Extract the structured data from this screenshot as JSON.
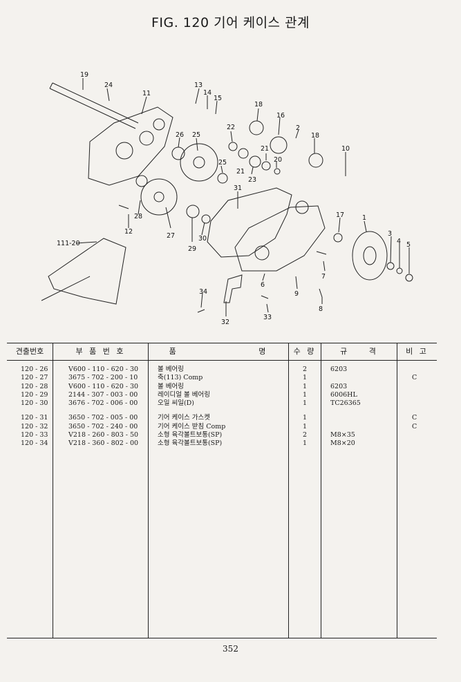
{
  "title": "FIG. 120 기어 케이스 관계",
  "callouts": [
    "19",
    "24",
    "11",
    "13",
    "14",
    "15",
    "18",
    "16",
    "2",
    "18",
    "22",
    "26",
    "25",
    "21",
    "21",
    "20",
    "10",
    "25",
    "23",
    "31",
    "12",
    "28",
    "27",
    "29",
    "30",
    "1",
    "17",
    "3",
    "4",
    "5",
    "111-20",
    "6",
    "7",
    "9",
    "8",
    "34",
    "32",
    "33"
  ],
  "table": {
    "headers": {
      "seq": "견출번호",
      "part_no": "부 품 번 호",
      "name": "품 명",
      "qty": "수 량",
      "spec": "규 격",
      "remark": "비 고"
    },
    "rows": [
      {
        "seq": "120 - 26",
        "part_no": "V600 - 110 - 620 - 30",
        "name": "볼 베어링",
        "qty": "2",
        "spec": "6203",
        "remark": ""
      },
      {
        "seq": "120 - 27",
        "part_no": "3675 - 702 - 200 - 10",
        "name": "축(113) Comp",
        "qty": "1",
        "spec": "",
        "remark": "C"
      },
      {
        "seq": "120 - 28",
        "part_no": "V600 - 110 - 620 - 30",
        "name": "볼 베어링",
        "qty": "1",
        "spec": "6203",
        "remark": ""
      },
      {
        "seq": "120 - 29",
        "part_no": "2144 - 307 - 003 - 00",
        "name": "레이디얼 볼 베어링",
        "qty": "1",
        "spec": "6006HL",
        "remark": ""
      },
      {
        "seq": "120 - 30",
        "part_no": "3676 - 702 - 006 - 00",
        "name": "오일 씨일(D)",
        "qty": "1",
        "spec": "TC26365",
        "remark": ""
      },
      {
        "seq": "120 - 31",
        "part_no": "3650 - 702 - 005 - 00",
        "name": "기어 케이스 가스켓",
        "qty": "1",
        "spec": "",
        "remark": "C"
      },
      {
        "seq": "120 - 32",
        "part_no": "3650 - 702 - 240 - 00",
        "name": "기어 케이스 받침 Comp",
        "qty": "1",
        "spec": "",
        "remark": "C"
      },
      {
        "seq": "120 - 33",
        "part_no": "V218 - 260 - 803 - 50",
        "name": "소형 육각볼트보통(SP)",
        "qty": "2",
        "spec": "M8×35",
        "remark": ""
      },
      {
        "seq": "120 - 34",
        "part_no": "V218 - 360 - 802 - 00",
        "name": "소형 육각볼트보통(SP)",
        "qty": "1",
        "spec": "M8×20",
        "remark": ""
      }
    ]
  },
  "page_number": "352"
}
